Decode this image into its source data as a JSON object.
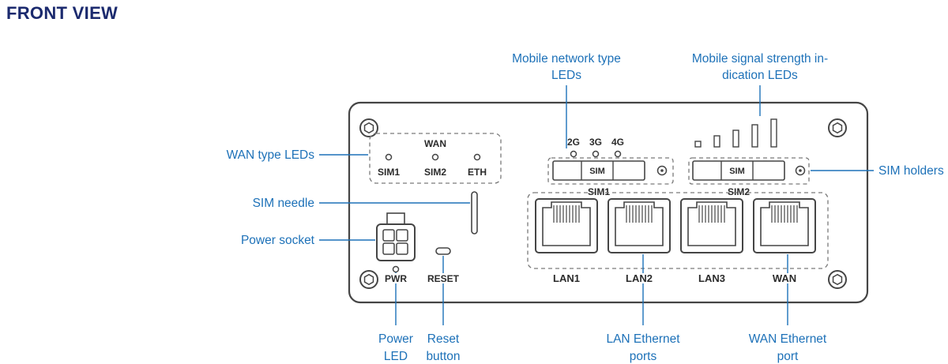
{
  "title": "FRONT VIEW",
  "colors": {
    "accent_blue": "#1d71b8",
    "title_navy": "#1b2a6e",
    "outline_gray": "#454545"
  },
  "device": {
    "wan_panel": {
      "title": "WAN",
      "led_labels": [
        "SIM1",
        "SIM2",
        "ETH"
      ]
    },
    "network_type_labels": [
      "2G",
      "3G",
      "4G"
    ],
    "sim_slot_1": {
      "chip": "SIM",
      "label": "SIM1"
    },
    "sim_slot_2": {
      "chip": "SIM",
      "label": "SIM2"
    },
    "port_labels": [
      "LAN1",
      "LAN2",
      "LAN3",
      "WAN"
    ],
    "power_led_label": "PWR",
    "reset_label": "RESET"
  },
  "callouts": {
    "mobile_network_type": {
      "line1": "Mobile network type",
      "line2": "LEDs"
    },
    "signal_strength": {
      "line1": "Mobile signal strength in-",
      "line2": "dication LEDs"
    },
    "wan_type_leds": {
      "label": "WAN type LEDs"
    },
    "sim_needle": {
      "label": "SIM needle"
    },
    "power_socket": {
      "label": "Power socket"
    },
    "sim_holders": {
      "label": "SIM holders"
    },
    "power_led": {
      "line1": "Power",
      "line2": "LED"
    },
    "reset_button": {
      "line1": "Reset",
      "line2": "button"
    },
    "lan_ports": {
      "line1": "LAN Ethernet",
      "line2": "ports"
    },
    "wan_port": {
      "line1": "WAN Ethernet",
      "line2": "port"
    }
  }
}
